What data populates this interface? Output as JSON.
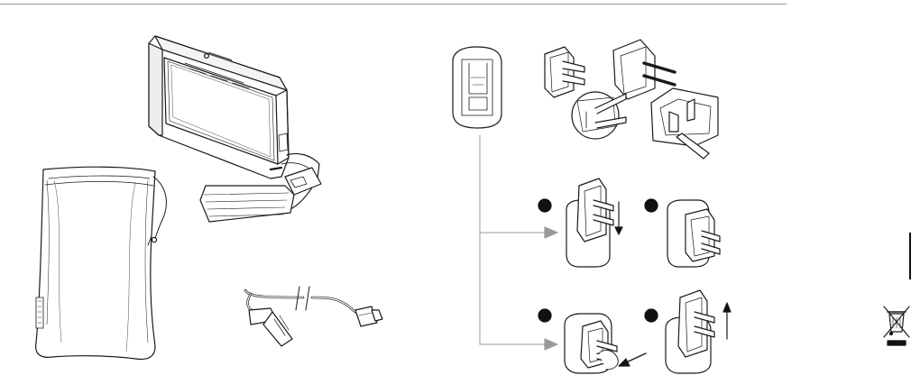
{
  "page": {
    "contents": [
      "speaker",
      "carrying-pouch",
      "usb-cable",
      "power-adapter",
      "plug-adapters"
    ]
  },
  "steps": [
    {
      "marker": "filled-circle",
      "arrow": "down"
    },
    {
      "marker": "filled-circle"
    },
    {
      "marker": "filled-circle",
      "arrow": "push"
    },
    {
      "marker": "filled-circle",
      "arrow": "up"
    }
  ],
  "icons": {
    "weee": "crossed-out-wheelie-bin-icon"
  },
  "colors": {
    "line": "#1a1a1a",
    "flow_arrow": "#9a9a9a",
    "rule": "#9a9a9a"
  }
}
